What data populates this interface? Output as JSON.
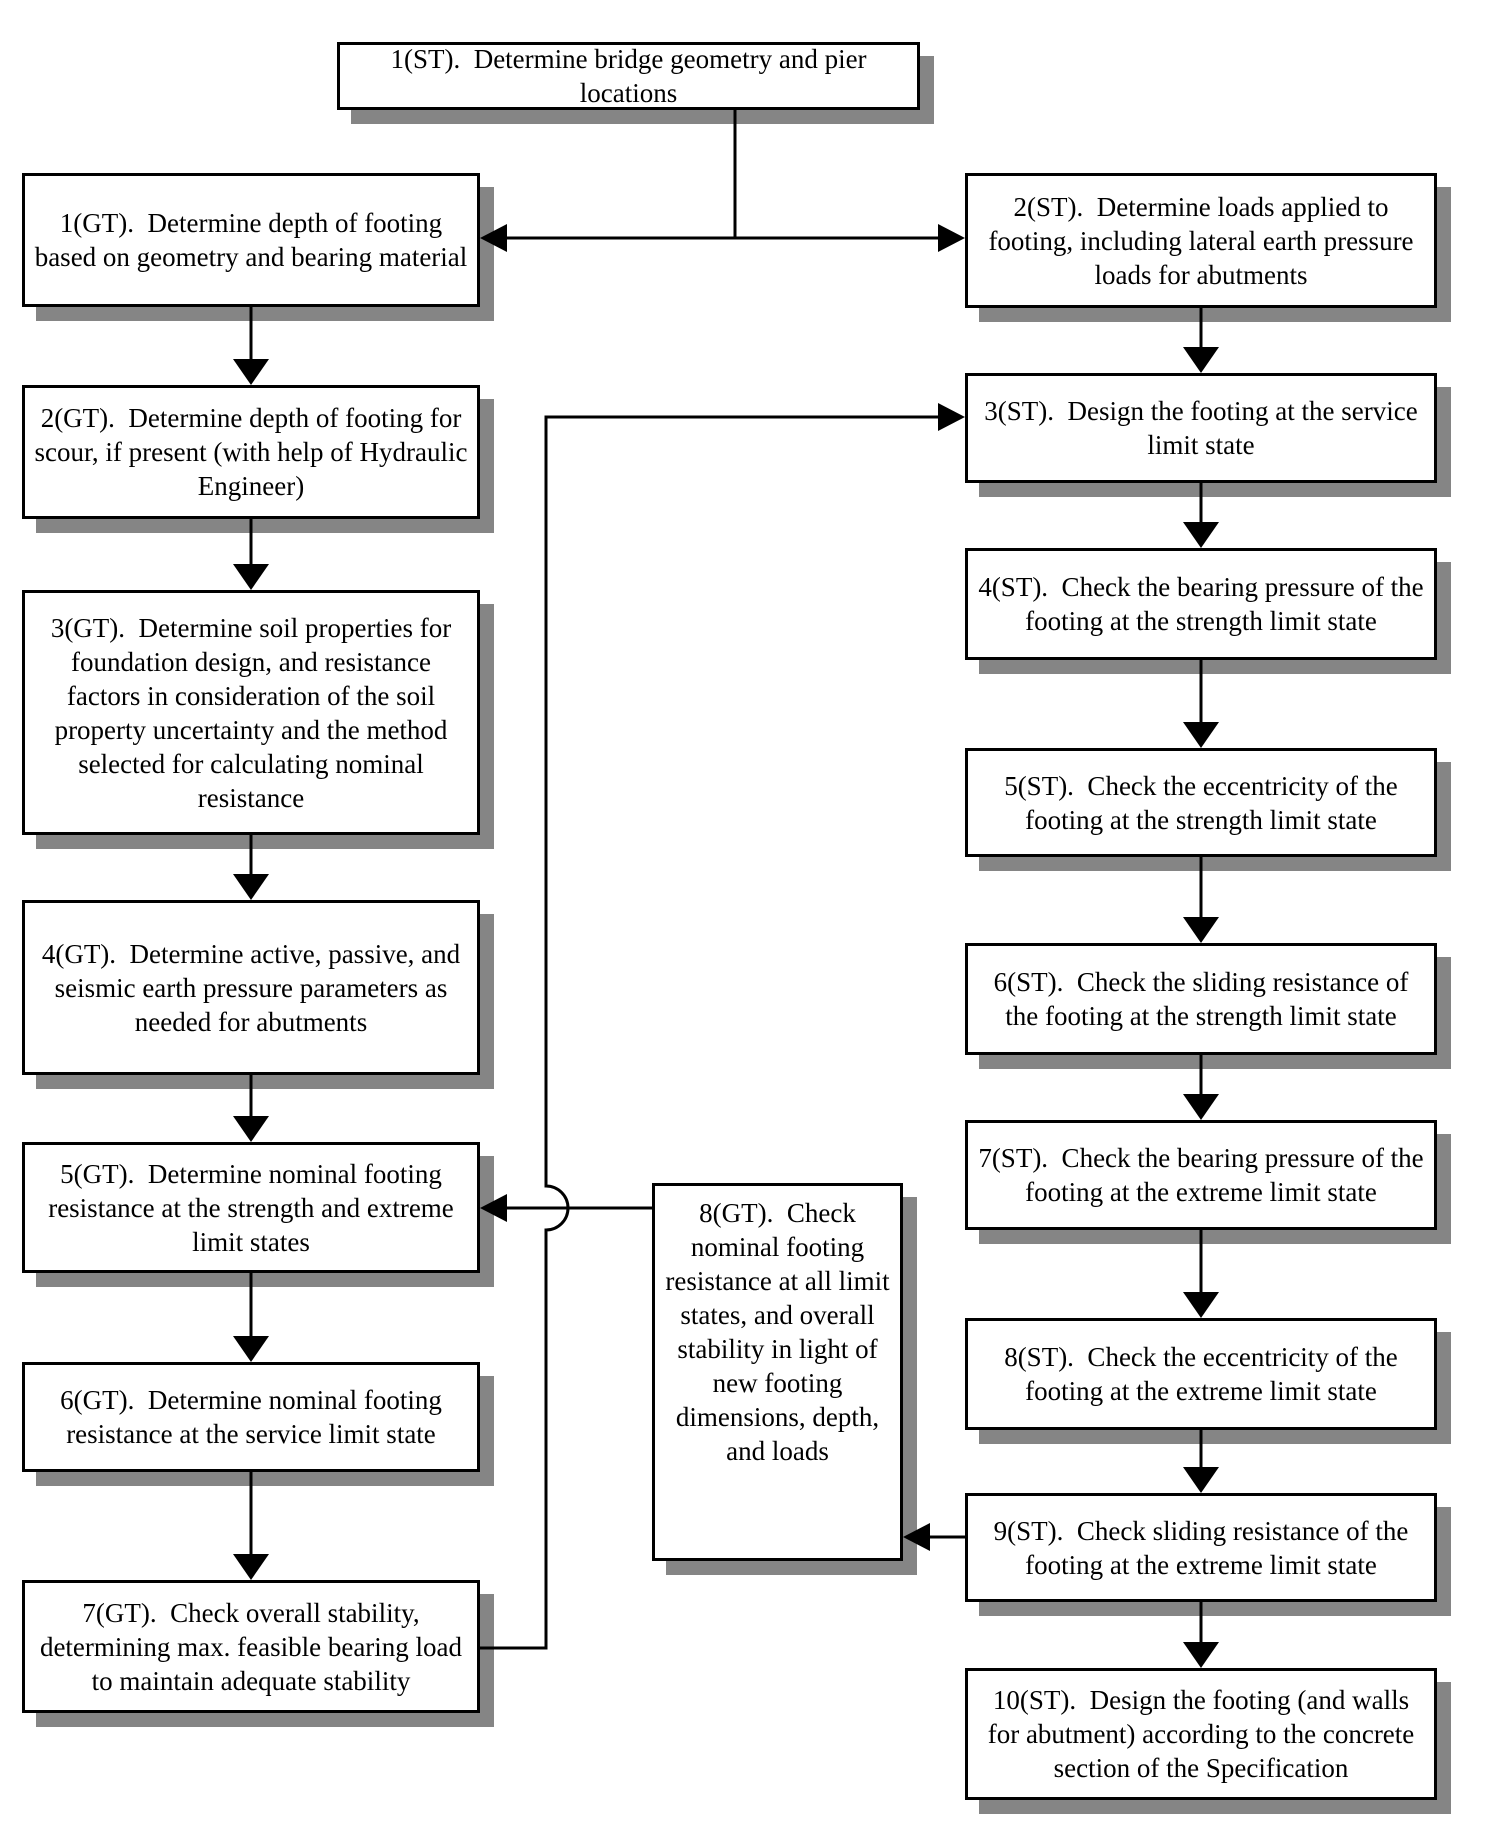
{
  "colors": {
    "line": "#000000",
    "shadow": "#858585",
    "box_fill": "#ffffff",
    "box_border": "#000000",
    "background": "#ffffff"
  },
  "flowchart": {
    "top": {
      "st1": "1(ST).  Determine bridge geometry and pier locations"
    },
    "left_column": {
      "gt1": "1(GT).  Determine depth of footing based on geometry and bearing material",
      "gt2": "2(GT).  Determine depth of footing for scour, if present (with help of Hydraulic Engineer)",
      "gt3": "3(GT).  Determine soil properties for foundation design, and resistance factors in consideration of the soil property uncertainty and the method selected for calculating nominal resistance",
      "gt4": "4(GT).  Determine active, passive, and seismic earth pressure parameters as needed for abutments",
      "gt5": "5(GT).  Determine nominal footing resistance at the strength and extreme limit states",
      "gt6": "6(GT).  Determine nominal footing resistance at the service limit state",
      "gt7": "7(GT).  Check overall stability, determining max. feasible bearing load to maintain adequate stability"
    },
    "middle": {
      "gt8": "8(GT).  Check nominal footing resistance at all limit states, and overall stability in light of new footing dimensions, depth, and loads"
    },
    "right_column": {
      "st2": "2(ST).  Determine loads applied to footing, including lateral earth pressure loads for abutments",
      "st3": "3(ST).  Design the footing at the service limit state",
      "st4": "4(ST).  Check the bearing pressure of the footing at the strength limit state",
      "st5": "5(ST).  Check the eccentricity of the footing at the strength limit state",
      "st6": "6(ST).  Check the sliding resistance of the footing at the strength limit state",
      "st7": "7(ST).  Check the bearing pressure of the footing at the extreme limit state",
      "st8": "8(ST).  Check the eccentricity of the footing at the extreme limit state",
      "st9": "9(ST).  Check sliding resistance of the footing at the extreme limit state",
      "st10": "10(ST).  Design the footing (and walls for abutment) according to the concrete section of the Specification"
    }
  }
}
